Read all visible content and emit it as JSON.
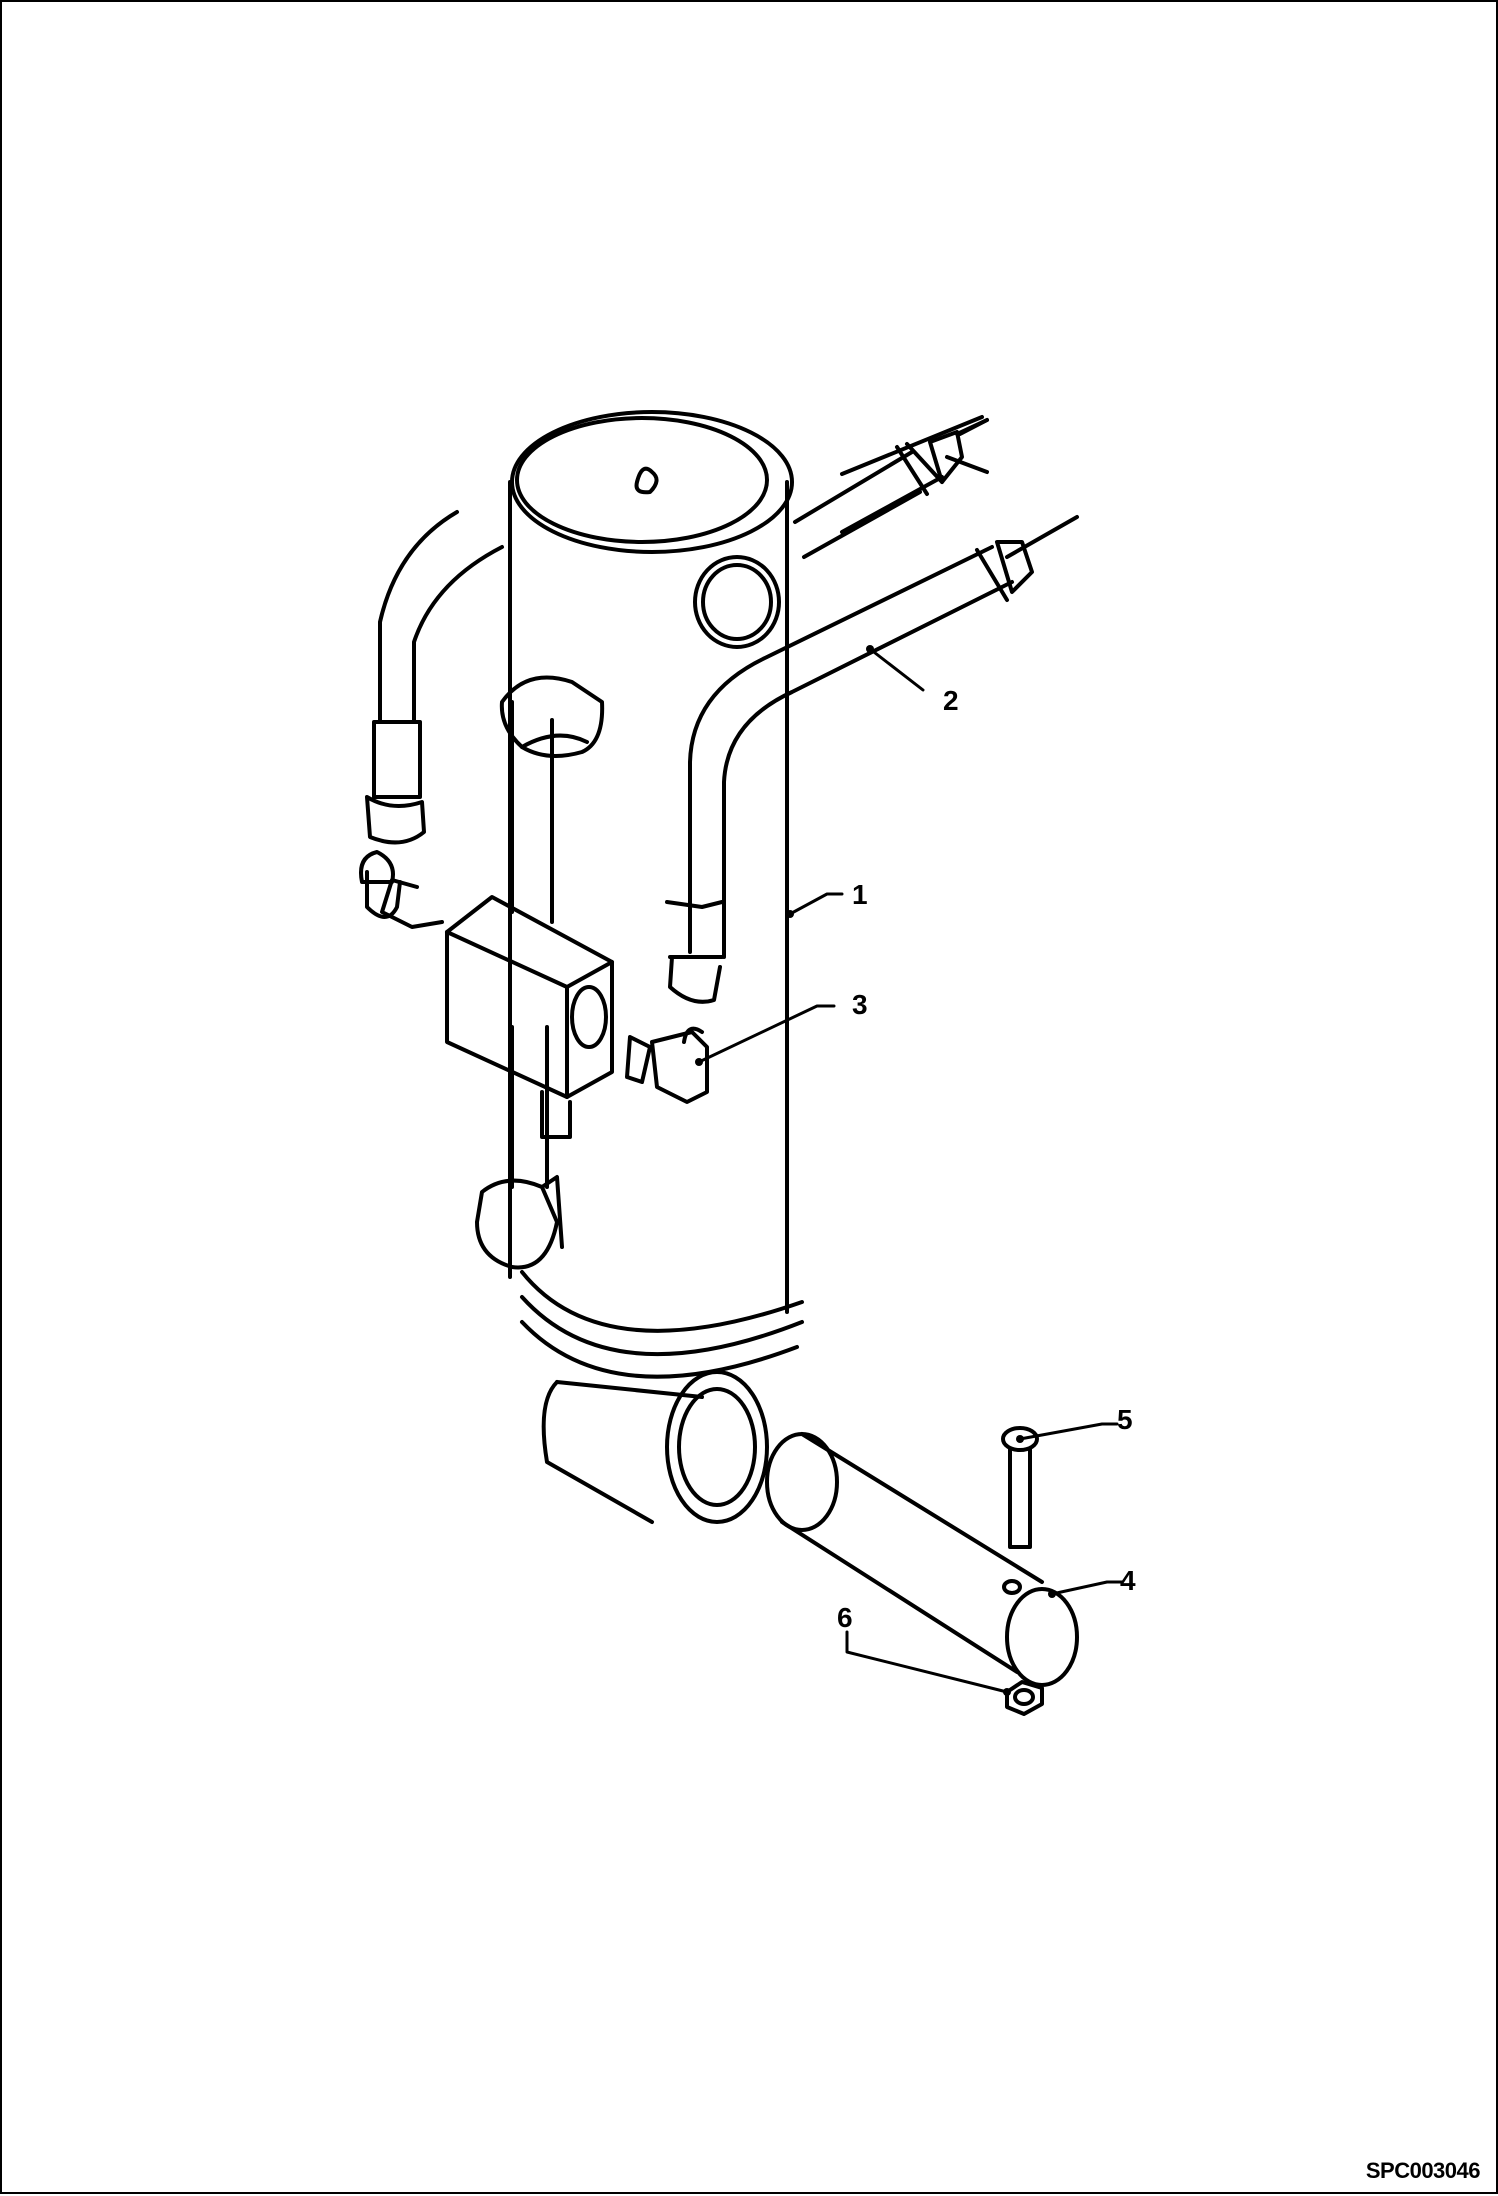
{
  "callouts": [
    {
      "id": "1",
      "label": "1",
      "part": "cylinder"
    },
    {
      "id": "2",
      "label": "2",
      "part": "hose"
    },
    {
      "id": "3",
      "label": "3",
      "part": "fitting"
    },
    {
      "id": "4",
      "label": "4",
      "part": "pin"
    },
    {
      "id": "5",
      "label": "5",
      "part": "bolt"
    },
    {
      "id": "6",
      "label": "6",
      "part": "nut"
    }
  ],
  "figure_code": "SPC003046",
  "colors": {
    "line": "#000000",
    "background": "#ffffff"
  }
}
